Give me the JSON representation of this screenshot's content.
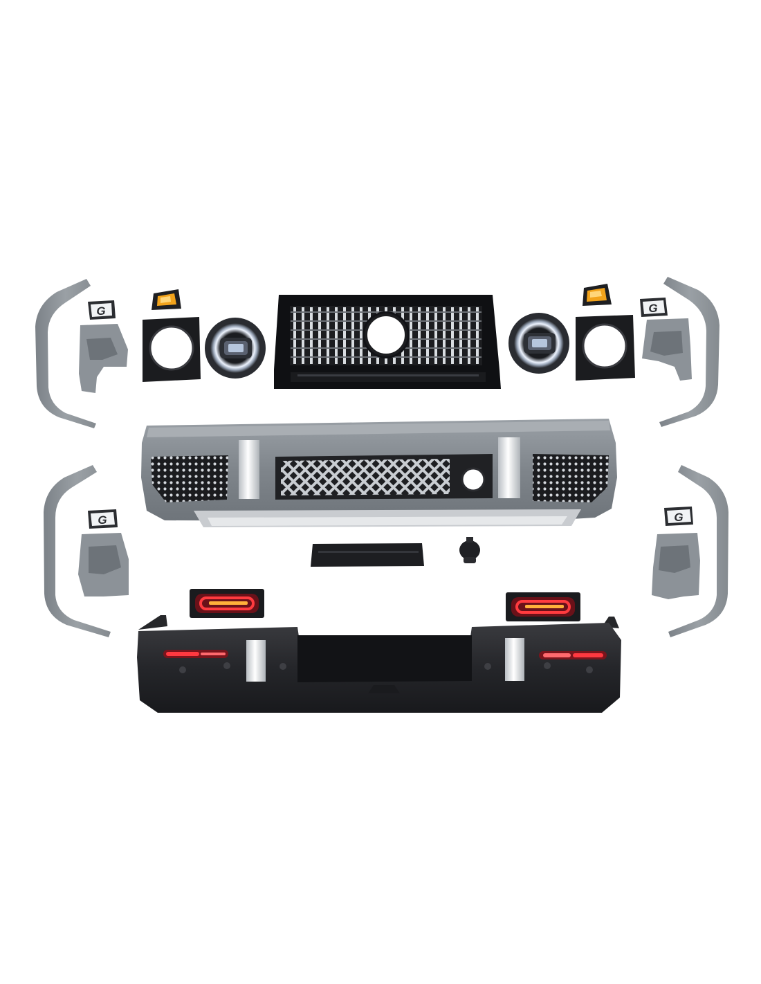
{
  "image": {
    "subject": "body-kit-parts",
    "background_color": "#ffffff",
    "colors": {
      "primer_grey": "#8d9399",
      "primer_grey_dark": "#6f757b",
      "primer_grey_light": "#a9aeb3",
      "gloss_black": "#121316",
      "matte_black": "#26272a",
      "chrome": "#d9dde1",
      "led_red": "#e0283a",
      "led_amber": "#f2a31b",
      "halo_white": "#f4f8ff",
      "skid_silver": "#c9ccd0"
    },
    "badge_glyph": "G",
    "icons": [
      "fender-flare",
      "g-badge-emblem",
      "indicator-lamp",
      "headlight-bezel",
      "led-headlight",
      "front-grille",
      "front-bumper",
      "rear-bumper",
      "led-tail-light",
      "license-plate-holder",
      "fog-lamp-plug",
      "inner-bracket"
    ]
  }
}
